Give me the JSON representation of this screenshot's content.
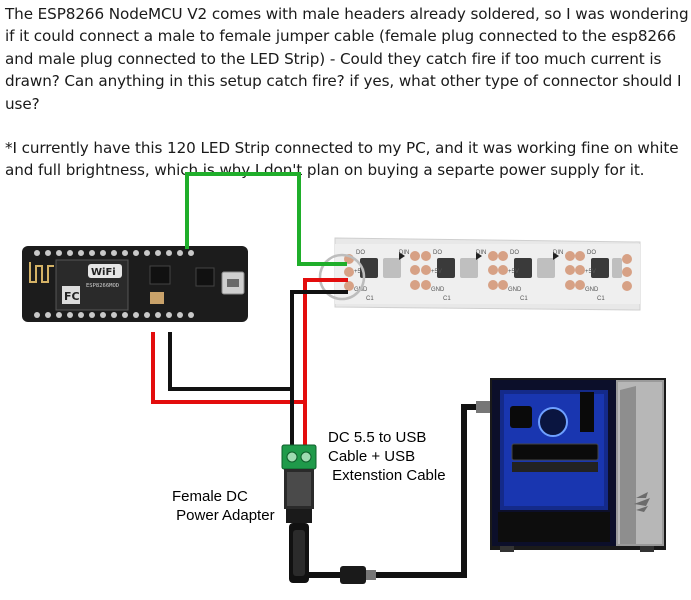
{
  "question": {
    "paragraph_1": "The ESP8266 NodeMCU V2 comes with male headers already soldered, so I was wondering if it could connect a male to female jumper cable (female plug connected to the esp8266 and male plug connected to the LED Strip) - Could they catch fire if too much current is drawn? Can anything in this setup catch fire? if yes, what other type of connector should I use?",
    "paragraph_2": "*I currently have this 120 LED Strip connected to my PC, and it was working fine on white and full brightness, which is why I don't plan on buying a separte power supply for it."
  },
  "diagram": {
    "labels": {
      "dc_cable_line1": "DC 5.5 to USB",
      "dc_cable_line2": "Cable + USB",
      "dc_cable_line3": " Extenstion Cable",
      "adapter_line1": "Female DC",
      "adapter_line2": " Power Adapter"
    },
    "board": {
      "wifi_badge": "WiFi",
      "chip_label": "ESP8266MOD",
      "fc_mark": "FC"
    },
    "strip_pad_labels": {
      "do": "DO",
      "plus5v": "+5V",
      "gnd": "GND",
      "din": "DIN",
      "c1": "C1"
    },
    "colors": {
      "signal_wire": "#1fae2a",
      "power_wire": "#e30d0d",
      "ground_wire": "#111111",
      "board": "#1c1c1c",
      "strip": "#ececec",
      "pc_glow": "#2a5bff"
    }
  }
}
